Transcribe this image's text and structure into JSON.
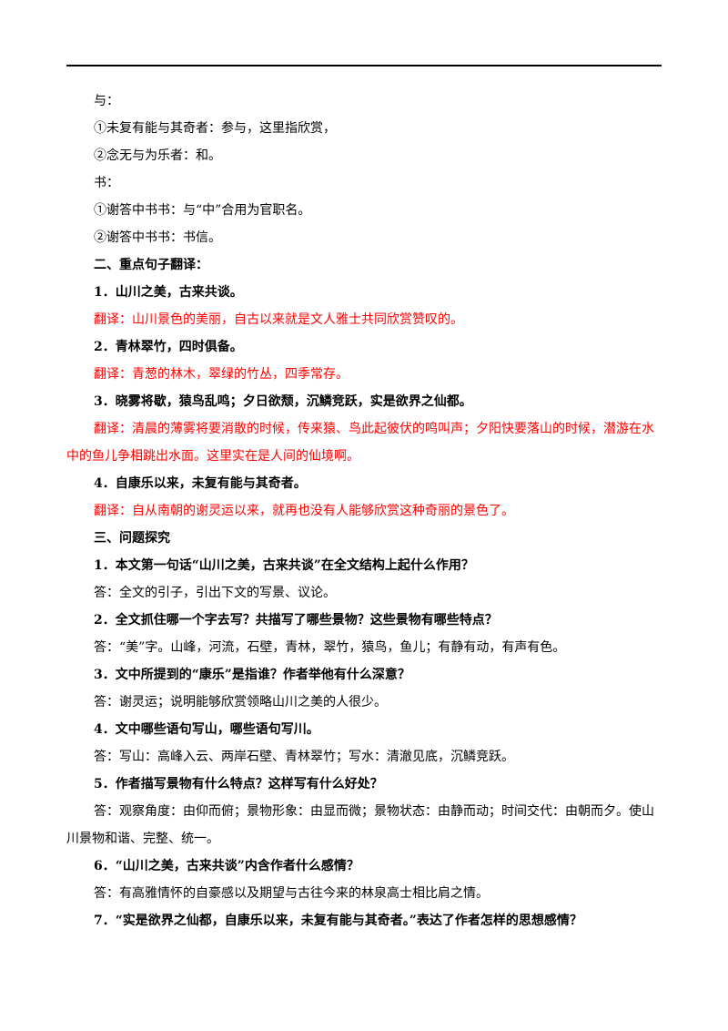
{
  "lines": [
    {
      "text": "与：",
      "style": "normal"
    },
    {
      "text": "①未复有能与其奇者：参与，这里指欣赏，",
      "style": "normal"
    },
    {
      "text": "②念无与为乐者：和。",
      "style": "normal"
    },
    {
      "text": "书：",
      "style": "normal"
    },
    {
      "text": "①谢答中书书：与“中”合用为官职名。",
      "style": "normal"
    },
    {
      "text": "②谢答中书书：书信。",
      "style": "normal"
    },
    {
      "text": "二、重点句子翻译：",
      "style": "bold"
    },
    {
      "text": "1．山川之美，古来共谈。",
      "style": "bold"
    },
    {
      "text": "翻译：山川景色的美丽，自古以来就是文人雅士共同欣赏赞叹的。",
      "style": "red"
    },
    {
      "text": "2．青林翠竹，四时俱备。",
      "style": "bold"
    },
    {
      "text": "翻译：青葱的林木，翠绿的竹丛，四季常存。",
      "style": "red"
    },
    {
      "text": "3．晓雾将歇，猿鸟乱鸣；夕日欲颓，沉鳞竞跃，实是欲界之仙都。",
      "style": "bold"
    },
    {
      "text": "翻译：清晨的薄雾将要消散的时候，传来猿、鸟此起彼伏的鸣叫声；夕阳快要落山的时候，潜游在水中的鱼儿争相跳出水面。这里实在是人间的仙境啊。",
      "style": "red-para"
    },
    {
      "text": "4．自康乐以来，未复有能与其奇者。",
      "style": "bold"
    },
    {
      "text": "翻译：自从南朝的谢灵运以来，就再也没有人能够欣赏这种奇丽的景色了。",
      "style": "red"
    },
    {
      "text": "三、问题探究",
      "style": "bold"
    },
    {
      "text": "1．本文第一句话“山川之美，古来共谈”在全文结构上起什么作用？",
      "style": "bold"
    },
    {
      "text": "答：全文的引子，引出下文的写景、议论。",
      "style": "normal"
    },
    {
      "text": "2．全文抓住哪一个字去写？共描写了哪些景物？这些景物有哪些特点？",
      "style": "bold"
    },
    {
      "text": "答：“美”字。山峰，河流，石壁，青林，翠竹，猿鸟，鱼儿；有静有动，有声有色。",
      "style": "normal"
    },
    {
      "text": "3．文中所提到的“康乐”是指谁？作者举他有什么深意？",
      "style": "bold"
    },
    {
      "text": "答：谢灵运；说明能够欣赏领略山川之美的人很少。",
      "style": "normal"
    },
    {
      "text": "4．文中哪些语句写山，哪些语句写川。",
      "style": "bold"
    },
    {
      "text": "答：写山：高峰入云、两岸石壁、青林翠竹；写水：清澈见底，沉鳞竞跃。",
      "style": "normal"
    },
    {
      "text": "5．作者描写景物有什么特点？这样写有什么好处？",
      "style": "bold"
    },
    {
      "text": "答：观察角度：由仰而俯；景物形象：由显而微；景物状态：由静而动；时间交代：由朝而夕。使山川景物和谐、完整、统一。",
      "style": "para"
    },
    {
      "text": "6．“山川之美，古来共谈”内含作者什么感情？",
      "style": "bold"
    },
    {
      "text": "答：有高雅情怀的自豪感以及期望与古往今来的林泉高士相比肩之情。",
      "style": "normal"
    },
    {
      "text": "7．“实是欲界之仙都，自康乐以来，未复有能与其奇者。”表达了作者怎样的思想感情？",
      "style": "bold"
    }
  ]
}
